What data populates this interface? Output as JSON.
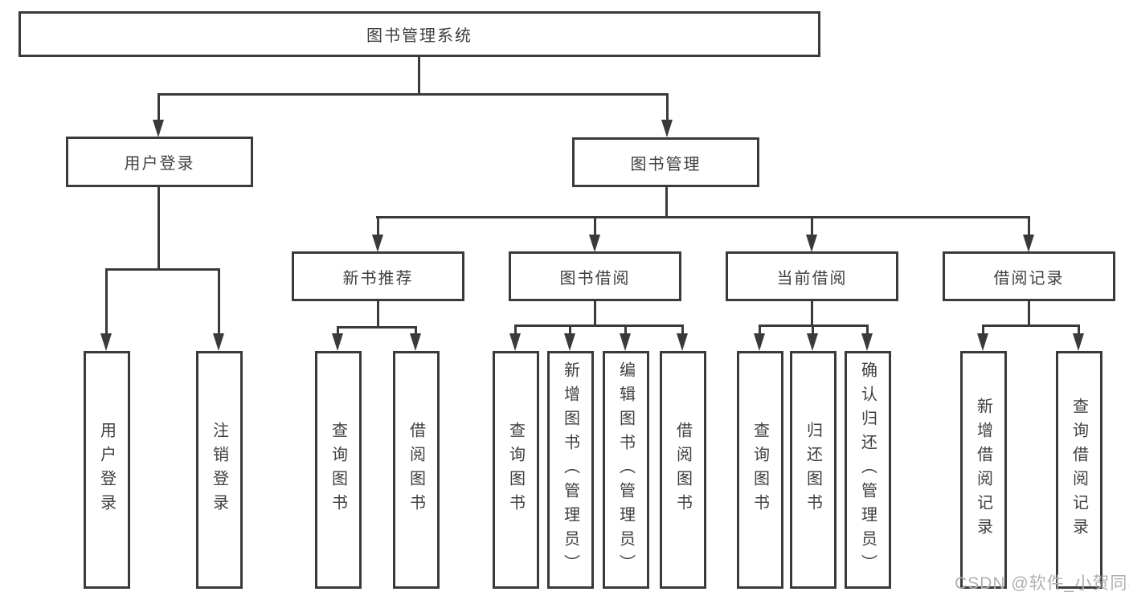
{
  "tree": {
    "label": "图书管理系统",
    "children": [
      {
        "label": "用户登录",
        "children": [
          {
            "label": "用户登录"
          },
          {
            "label": "注销登录"
          }
        ]
      },
      {
        "label": "图书管理",
        "children": [
          {
            "label": "新书推荐",
            "children": [
              {
                "label": "查询图书"
              },
              {
                "label": "借阅图书"
              }
            ]
          },
          {
            "label": "图书借阅",
            "children": [
              {
                "label": "查询图书"
              },
              {
                "label": "新增图书（管理员）"
              },
              {
                "label": "编辑图书（管理员）"
              },
              {
                "label": "借阅图书"
              }
            ]
          },
          {
            "label": "当前借阅",
            "children": [
              {
                "label": "查询图书"
              },
              {
                "label": "归还图书"
              },
              {
                "label": "确认归还（管理员）"
              }
            ]
          },
          {
            "label": "借阅记录",
            "children": [
              {
                "label": "新增借阅记录"
              },
              {
                "label": "查询借阅记录"
              }
            ]
          }
        ]
      }
    ]
  },
  "watermark": {
    "text": "CSDN @软件_小贺同学"
  },
  "colors": {
    "line": "#3a3a3a",
    "text": "#3f3f3f",
    "watermark": "#b0b0b0",
    "background": "#ffffff"
  }
}
